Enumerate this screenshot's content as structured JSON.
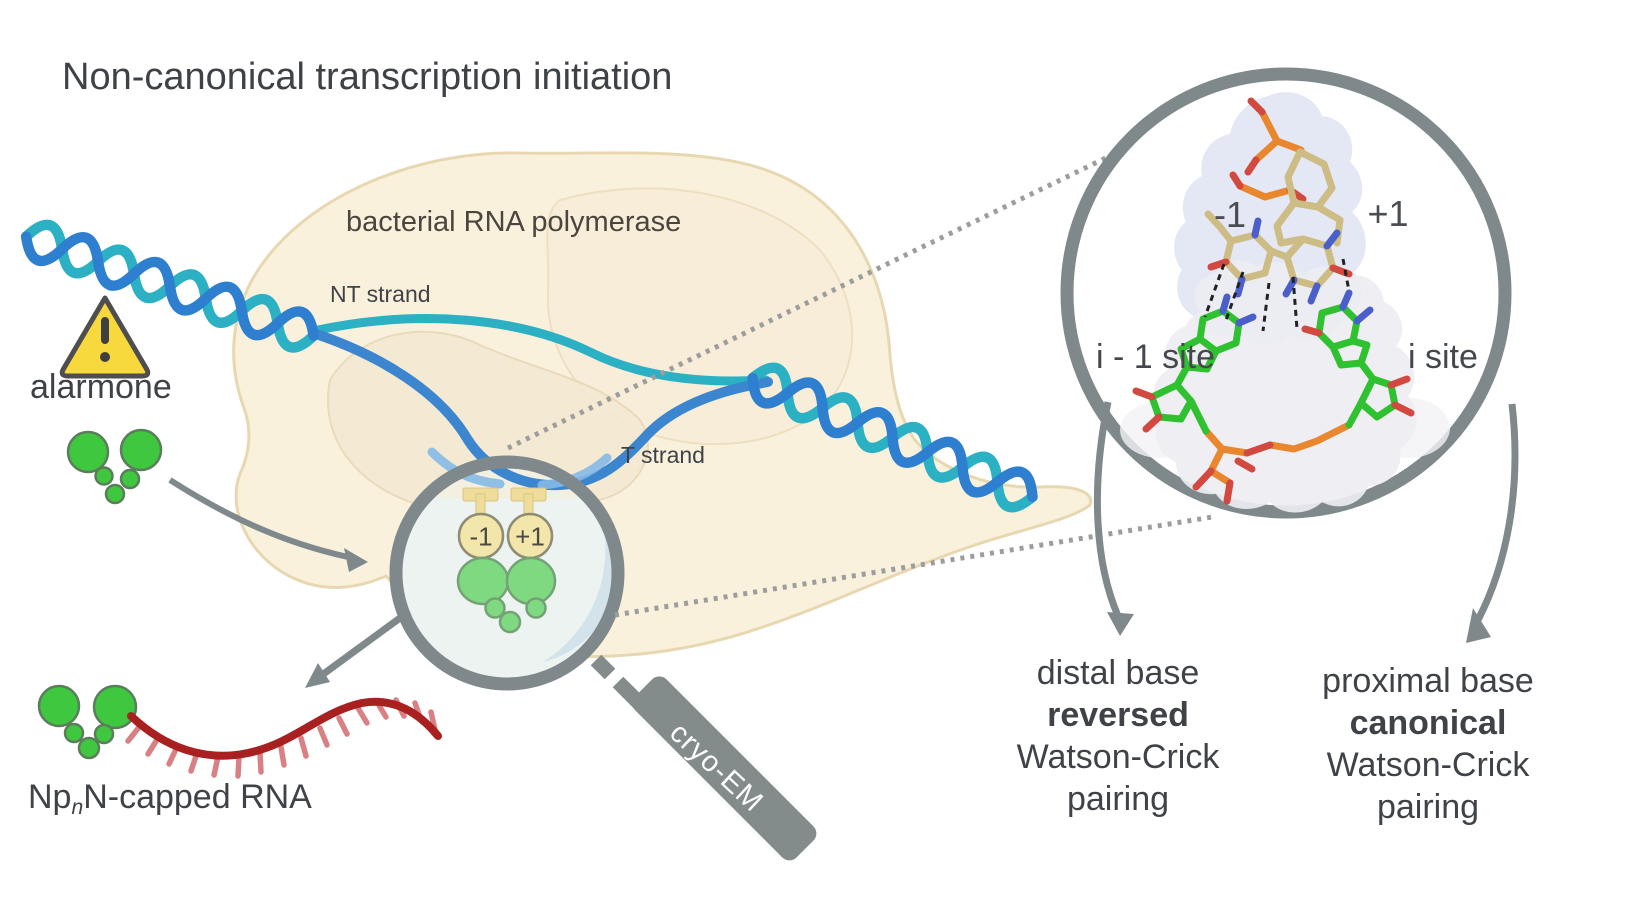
{
  "title": "Non-canonical transcription initiation",
  "polymerase": {
    "label": "bacterial RNA polymerase",
    "nt_strand_label": "NT strand",
    "t_strand_label": "T strand"
  },
  "alarmone": {
    "label": "alarmone"
  },
  "rna_product": {
    "label_prefix": "Np",
    "label_sub": "n",
    "label_suffix": "N-capped RNA"
  },
  "magnifier": {
    "minus_site": "-1",
    "plus_site": "+1",
    "handle_label": "cryo-EM"
  },
  "zoom_view": {
    "minus_label": "-1",
    "plus_label": "+1",
    "left_site_label": "i - 1 site",
    "right_site_label": "i site"
  },
  "annotations": {
    "left": {
      "line1": "distal base",
      "line2": "reversed",
      "line3": "Watson-Crick",
      "line4": "pairing"
    },
    "right": {
      "line1": "proximal base",
      "line2": "canonical",
      "line3": "Watson-Crick",
      "line4": "pairing"
    }
  },
  "colors": {
    "text_dark": "#3f4347",
    "polymerase_beige": "#faf1dd",
    "polymerase_edge": "#e8d8b2",
    "dna_teal": "#2bb0c4",
    "dna_blue": "#2e7fd0",
    "alarmone_green": "#3fc83f",
    "magnifier_green": "#7fd981",
    "site_yellow": "#f3e6ab",
    "warning_yellow": "#f7d93d",
    "gray": "#7f898b",
    "rna_red": "#a8201f",
    "rna_tick_red": "#d98084",
    "phosphate_orange": "#e8872e",
    "oxygen_red": "#d1493f",
    "nitrogen_blue": "#4a5fc9",
    "stick_tan": "#cebc85",
    "stick_green": "#2fc12f",
    "surface_lavender": "#e1e4f3",
    "surface_gray": "#ededf2"
  }
}
